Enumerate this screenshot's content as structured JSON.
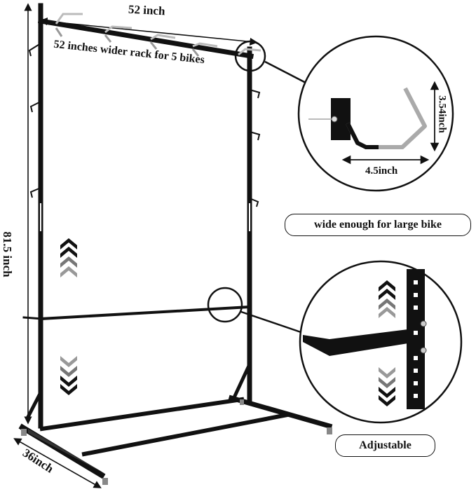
{
  "labels": {
    "top_width": "52 inch",
    "subtitle": "52 inches wider rack for 5 bikes",
    "height": "81.5 inch",
    "depth": "36inch",
    "hook_height": "3.54inch",
    "hook_width": "4.5inch"
  },
  "callouts": {
    "wide": "wide enough for large bike",
    "adjustable": "Adjustable"
  },
  "colors": {
    "frame": "#111111",
    "hook": "#b9b9b9",
    "arrow_dark": "#1a1a1a",
    "arrow_light": "#8a8a8a"
  }
}
